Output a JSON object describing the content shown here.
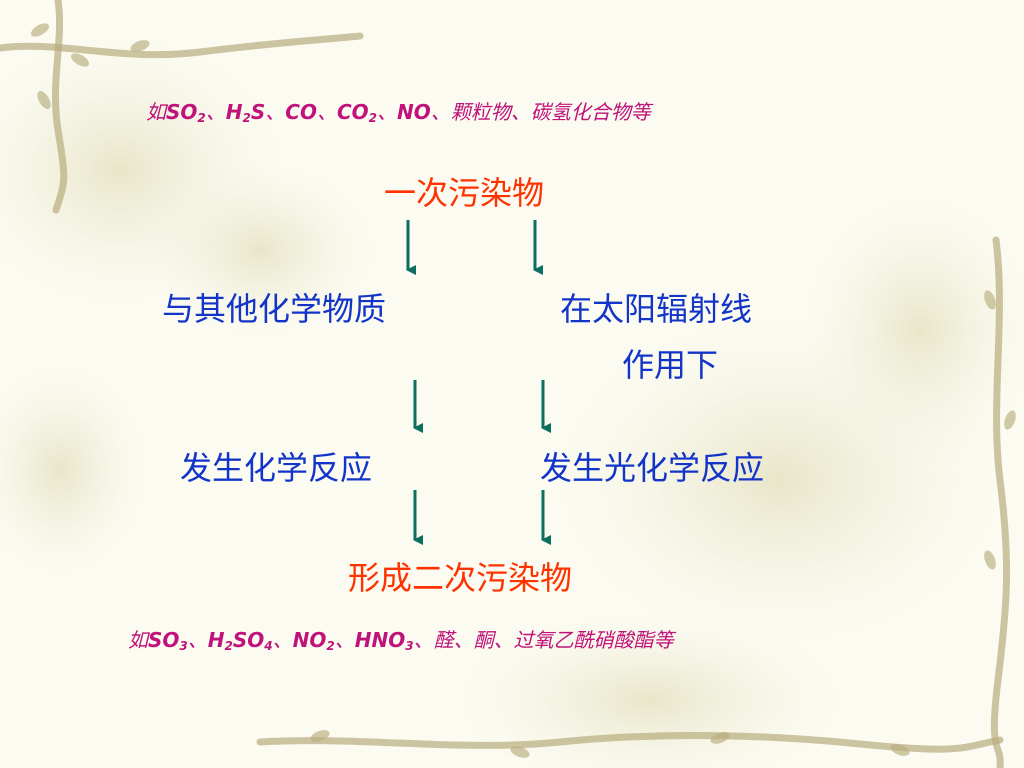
{
  "primary_examples": {
    "prefix": "如",
    "so2_base": "SO",
    "so2_sub": "2",
    "sep1": "、",
    "h2s_h": "H",
    "h2s_sub": "2",
    "h2s_s": "S",
    "sep2": "、",
    "co": "CO",
    "sep3": "、",
    "co2_base": "CO",
    "co2_sub": "2",
    "sep4": "、",
    "no": "NO",
    "sep5": "、",
    "tail": "颗粒物、碳氢化合物等"
  },
  "primary_title": "一次污染物",
  "left_branch": {
    "condition": "与其他化学物质",
    "reaction": "发生化学反应"
  },
  "right_branch": {
    "condition_line1": "在太阳辐射线",
    "condition_line2": "作用下",
    "reaction": "发生光化学反应"
  },
  "secondary_title": "形成二次污染物",
  "secondary_examples": {
    "prefix": "如",
    "so3_base": "SO",
    "so3_sub": "3",
    "sep1": "、",
    "h2so4_h": "H",
    "h2so4_sub1": "2",
    "h2so4_so": "SO",
    "h2so4_sub2": "4",
    "sep2": "、",
    "no2_base": "NO",
    "no2_sub": "2",
    "sep3": "、",
    "hno3_base": "HNO",
    "hno3_sub": "3",
    "sep4": "、",
    "tail": "醛、酮、过氧乙酰硝酸酯等"
  },
  "colors": {
    "example_text": "#c0127a",
    "title_red": "#ff3300",
    "node_blue": "#1234c9",
    "arrow": "#0b6e5e"
  }
}
